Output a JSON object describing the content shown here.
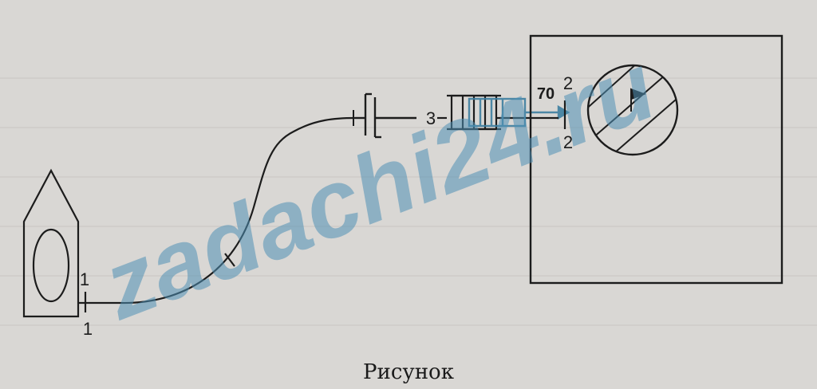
{
  "labels": {
    "section_1_top": "1",
    "section_1_bottom": "1",
    "section_2_top": "2",
    "section_2_bottom": "2",
    "pipe_3": "3",
    "blue_value": "70"
  },
  "caption": "Рисунок",
  "watermark": "zadachi24.ru",
  "colors": {
    "ink": "#1c1c1c",
    "paper": "#d9d7d4",
    "blue_annotation": "#3d7fa0"
  }
}
